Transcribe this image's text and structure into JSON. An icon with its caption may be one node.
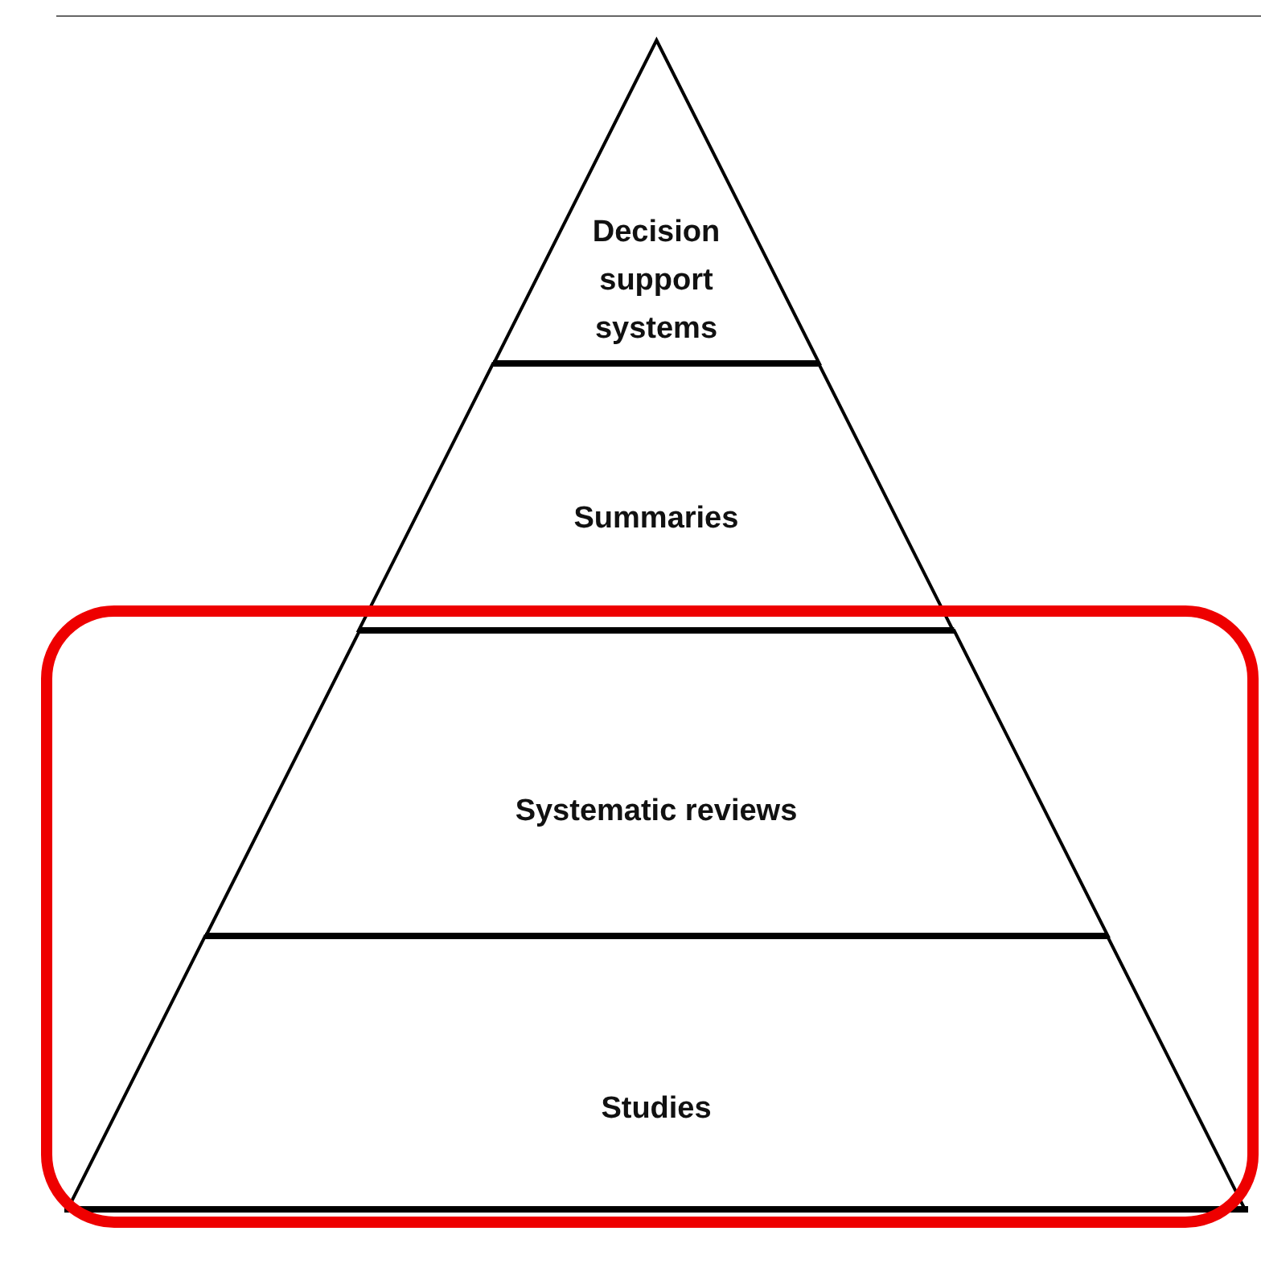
{
  "diagram": {
    "nodes": [
      {
        "text": [
          "Decision support systems"
        ]
      },
      {
        "text": [
          "Summaries"
        ]
      },
      {
        "text": [
          "Systematic reviews"
        ]
      },
      {
        "text": [
          "Studies"
        ]
      }
    ]
  }
}
